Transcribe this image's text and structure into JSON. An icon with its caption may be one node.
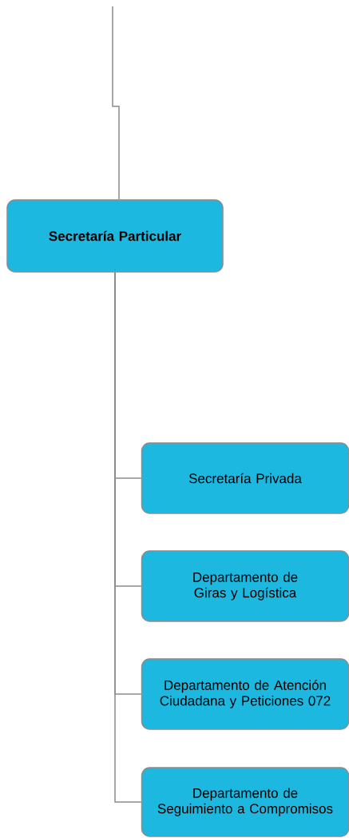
{
  "diagram": {
    "nodes": [
      {
        "text": [
          "**Secretaría Particular**"
        ]
      },
      {
        "text": [
          "Secretaría Privada"
        ]
      },
      {
        "text": [
          "Departamento de Giras y Logística"
        ]
      },
      {
        "text": [
          "Departamento de Atención Ciudadana y Peticiones 072"
        ]
      },
      {
        "text": [
          "Departamento de Seguimiento a Compromisos"
        ]
      }
    ],
    "edges": [
      {
        "from": null,
        "to": 0,
        "arrow": "none"
      },
      {
        "from": 0,
        "to": 1,
        "arrow": "none"
      },
      {
        "from": 0,
        "to": 2,
        "arrow": "none"
      },
      {
        "from": 0,
        "to": 3,
        "arrow": "none"
      },
      {
        "from": 0,
        "to": 4,
        "arrow": "none"
      }
    ]
  }
}
